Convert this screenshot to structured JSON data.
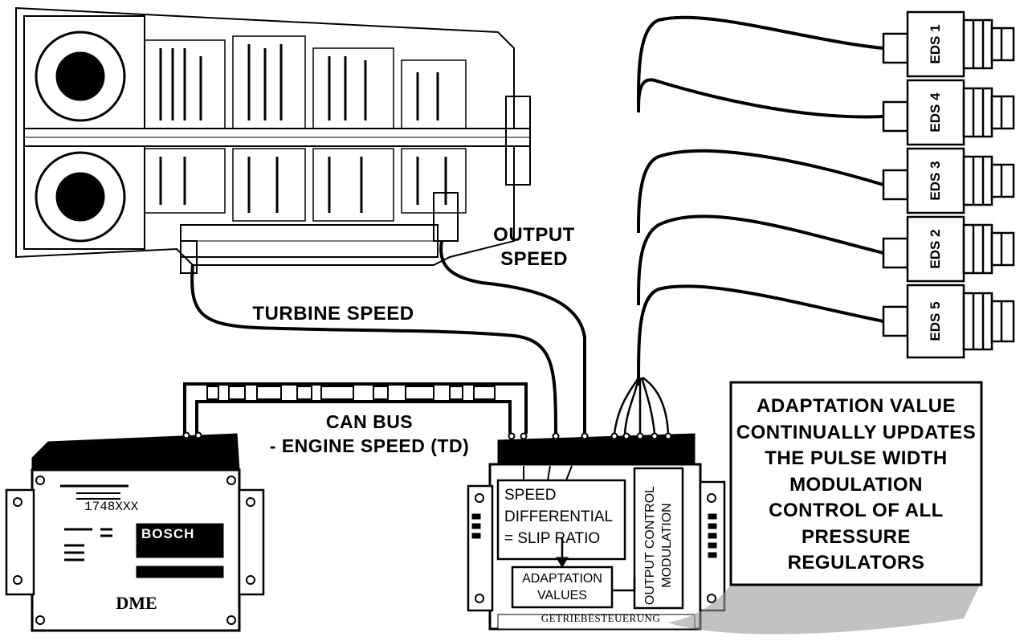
{
  "labels": {
    "output_speed": [
      "OUTPUT",
      "SPEED"
    ],
    "turbine_speed": "TURBINE SPEED",
    "can_bus": [
      "CAN BUS",
      "- ENGINE SPEED (TD)"
    ],
    "speed_differential": [
      "SPEED",
      "DIFFERENTIAL",
      "= SLIP RATIO"
    ],
    "adaptation_values": [
      "ADAPTATION",
      "VALUES"
    ],
    "output_control": [
      "OUTPUT CONTROL",
      "MODULATION"
    ],
    "adaptation_note": [
      "ADAPTATION VALUE",
      "CONTINUALLY UPDATES",
      "THE PULSE WIDTH",
      "MODULATION",
      "CONTROL OF ALL",
      "PRESSURE",
      "REGULATORS"
    ],
    "dme": "DME",
    "bosch": "BOSCH",
    "dme_part": "1748XXX",
    "tcu_footer": "GETRIEBESTEUERUNG"
  },
  "solenoids": [
    "EDS 1",
    "EDS 4",
    "EDS 3",
    "EDS 2",
    "EDS 5"
  ]
}
